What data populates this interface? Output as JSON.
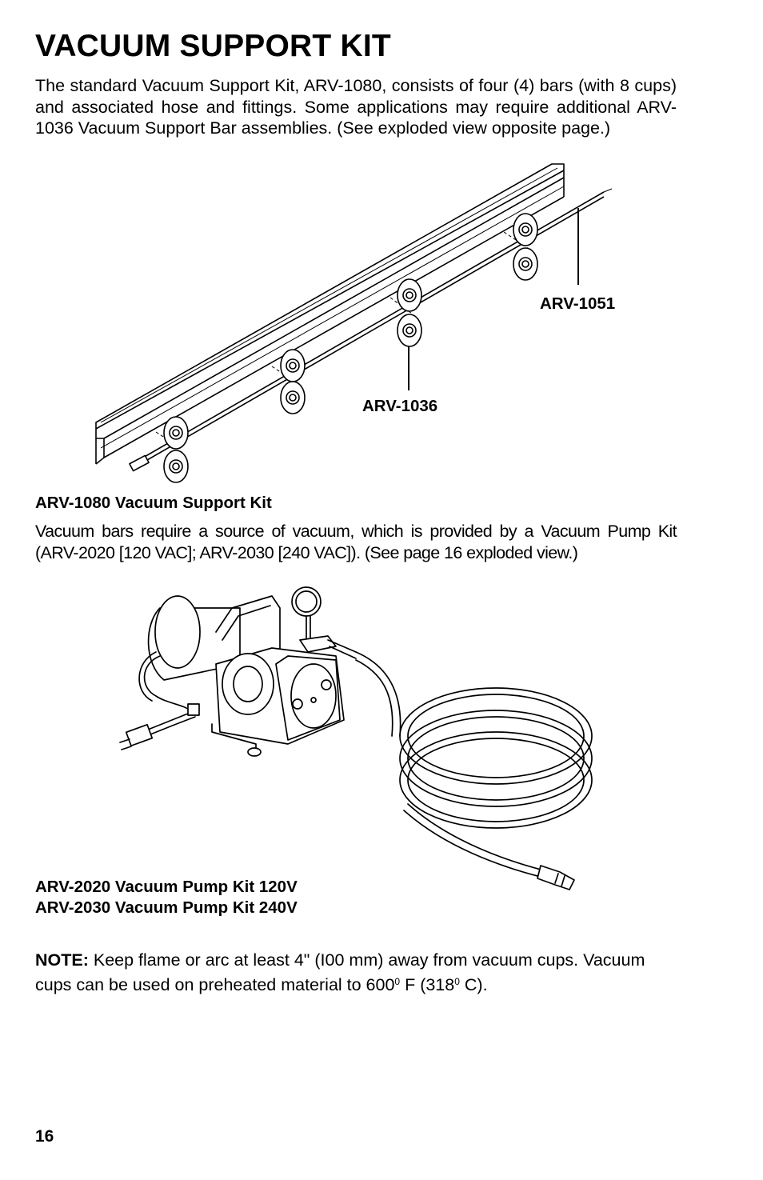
{
  "page": {
    "title": "VACUUM SUPPORT KIT",
    "intro": "The standard Vacuum Support Kit, ARV-1080, consists of four (4) bars (with 8 cups) and associated hose and fittings. Some applications may require additional ARV-1036 Vacuum Support Bar assemblies. (See exploded view opposite page.)",
    "figure1": {
      "callout_a": "ARV-1051",
      "callout_b": "ARV-1036",
      "caption": "ARV-1080 Vacuum Support Kit"
    },
    "pump_text": "Vacuum bars require a source of vacuum, which is provided by a Vacuum Pump Kit (ARV-2020 [120 VAC]; ARV-2030 [240 VAC]). (See page 16 exploded view.)",
    "figure2": {
      "caption_line1": "ARV-2020 Vacuum Pump Kit 120V",
      "caption_line2": "ARV-2030 Vacuum Pump Kit 240V"
    },
    "note": {
      "label": "NOTE:",
      "text_a": " Keep flame or arc at least 4\" (I00 mm) away from vacuum cups. Vacuum cups can be used on preheated material to 600",
      "sup_a": "0",
      "text_b": " F (318",
      "sup_b": "0",
      "text_c": " C)."
    },
    "page_number": "16"
  }
}
